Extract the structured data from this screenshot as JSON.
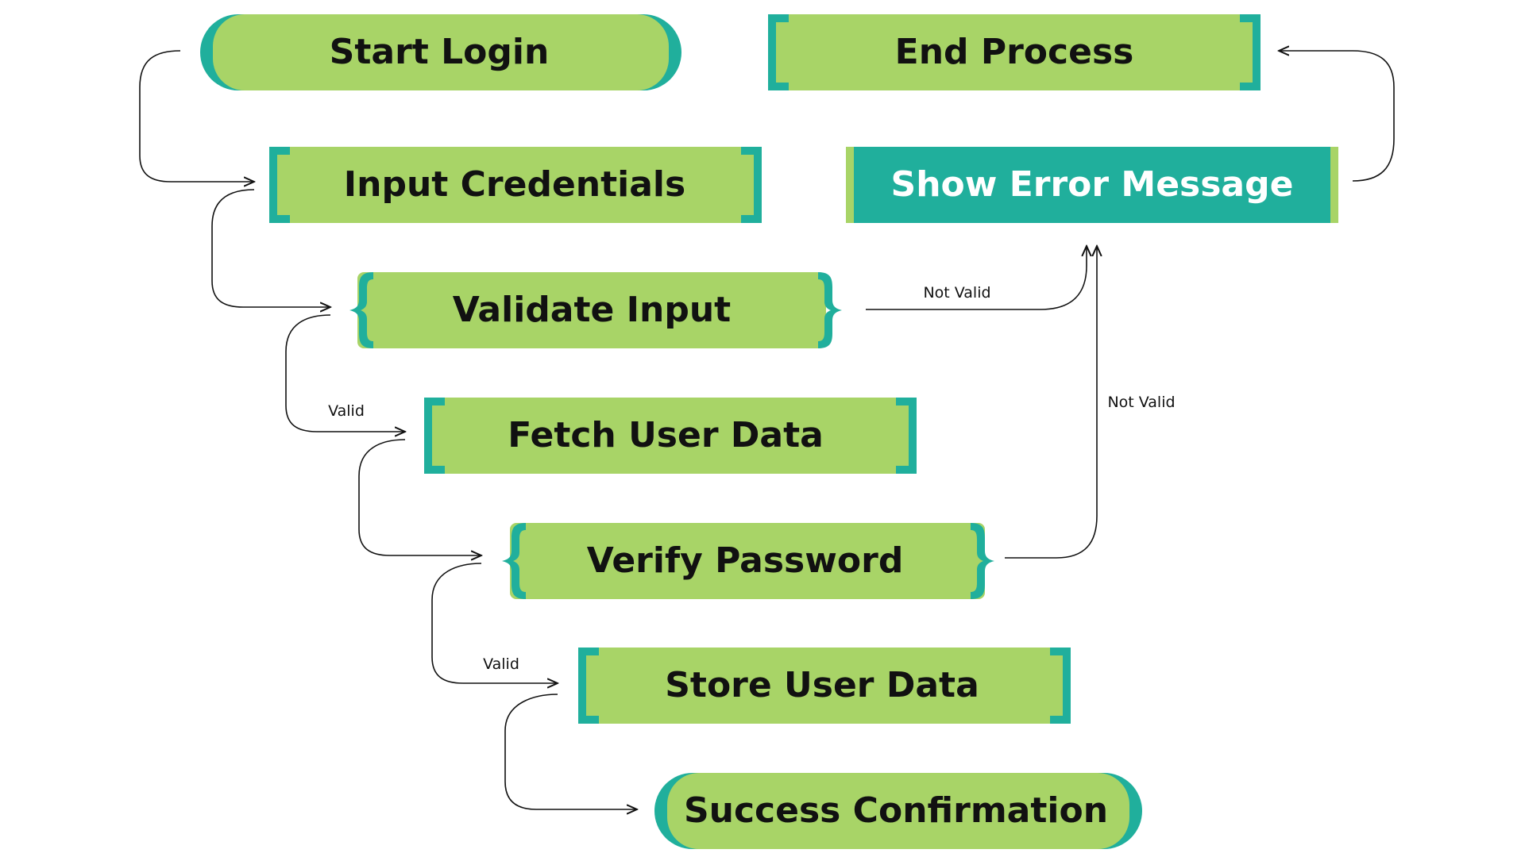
{
  "colors": {
    "fill_light": "#A8D467",
    "fill_teal": "#20AF9C",
    "accent_teal": "#20AF9C",
    "accent_green": "#A8D467",
    "text_dark": "#111111",
    "text_light": "#ffffff",
    "line": "#111111"
  },
  "nodes": {
    "start_login": {
      "label": "Start Login",
      "shape": "stadium"
    },
    "end_process": {
      "label": "End Process",
      "shape": "bracket"
    },
    "input_credentials": {
      "label": "Input Credentials",
      "shape": "bracket"
    },
    "show_error_message": {
      "label": "Show Error Message",
      "shape": "bracket-highlight"
    },
    "validate_input": {
      "label": "Validate Input",
      "shape": "brace"
    },
    "fetch_user_data": {
      "label": "Fetch User Data",
      "shape": "bracket"
    },
    "verify_password": {
      "label": "Verify Password",
      "shape": "brace"
    },
    "store_user_data": {
      "label": "Store User Data",
      "shape": "bracket"
    },
    "success_confirmation": {
      "label": "Success Confirmation",
      "shape": "stadium"
    }
  },
  "edges": {
    "start_to_input": {
      "from": "Start Login",
      "to": "Input Credentials",
      "label": ""
    },
    "input_to_validate": {
      "from": "Input Credentials",
      "to": "Validate Input",
      "label": ""
    },
    "validate_to_fetch": {
      "from": "Validate Input",
      "to": "Fetch User Data",
      "label": "Valid"
    },
    "validate_to_error": {
      "from": "Validate Input",
      "to": "Show Error Message",
      "label": "Not Valid"
    },
    "fetch_to_verify": {
      "from": "Fetch User Data",
      "to": "Verify Password",
      "label": ""
    },
    "verify_to_store": {
      "from": "Verify Password",
      "to": "Store User Data",
      "label": "Valid"
    },
    "verify_to_error": {
      "from": "Verify Password",
      "to": "Show Error Message",
      "label": "Not Valid"
    },
    "store_to_success": {
      "from": "Store User Data",
      "to": "Success Confirmation",
      "label": ""
    },
    "error_to_end": {
      "from": "Show Error Message",
      "to": "End Process",
      "label": ""
    }
  }
}
